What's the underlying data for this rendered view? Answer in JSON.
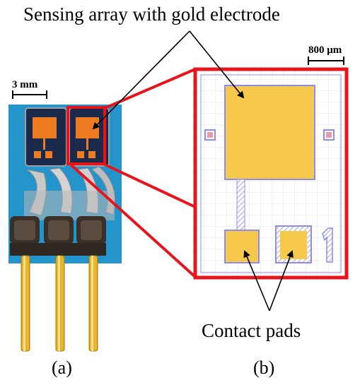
{
  "figure": {
    "title": "Sensing array with gold electrode",
    "scale_bar_a": "3 mm",
    "scale_bar_b": "800 μm",
    "contact_pads_label": "Contact pads",
    "panel_a_label": "(a)",
    "panel_b_label": "(b)"
  },
  "colors": {
    "highlight_red": "#e8141c",
    "gold_electrode": "#f6c84c",
    "layout_outline": "#8e8cf0",
    "substrate_blue": "#1f8fc3",
    "sensor_chip_dark": "#1b2a4a",
    "electrode_orange": "#ee7a22",
    "connector_dark": "#3a3028",
    "pin_gold": "#e8b42a"
  }
}
